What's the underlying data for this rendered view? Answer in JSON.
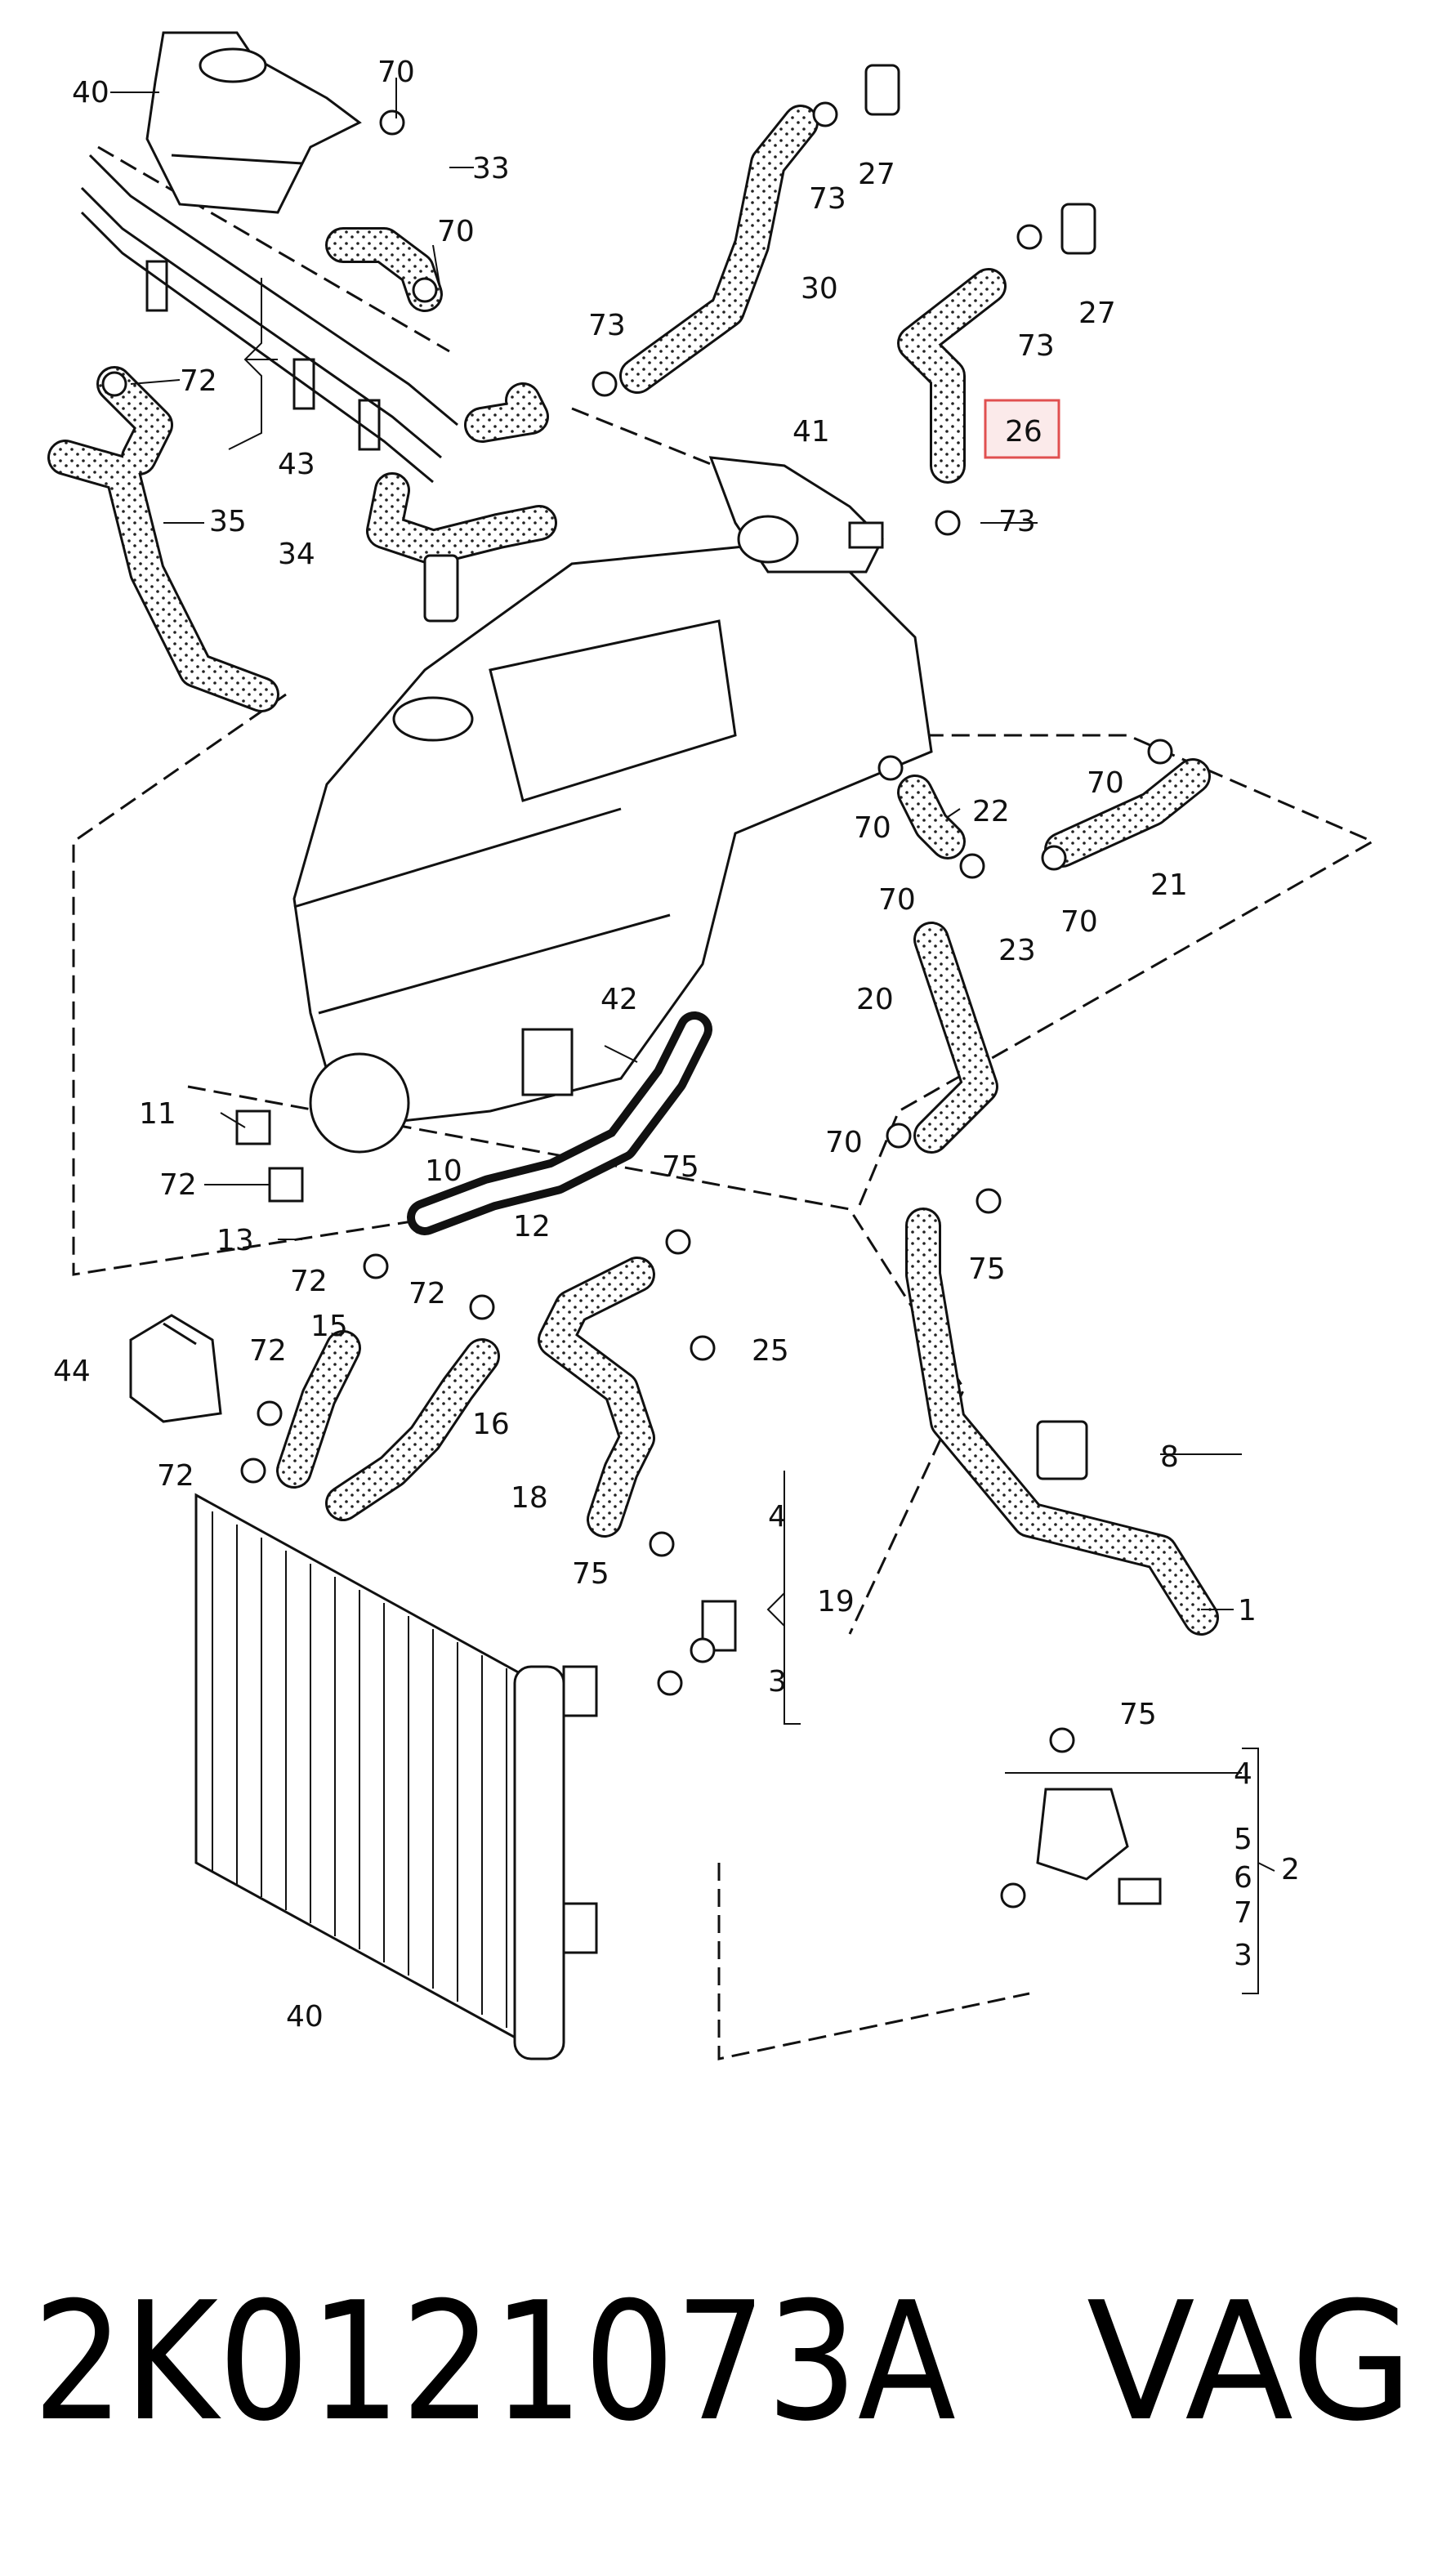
{
  "diagram": {
    "highlight_color": "#e05050",
    "part_numbers": [
      "1",
      "2",
      "3",
      "4",
      "5",
      "6",
      "7",
      "8",
      "10",
      "11",
      "12",
      "13",
      "15",
      "16",
      "18",
      "19",
      "20",
      "21",
      "22",
      "23",
      "25",
      "26",
      "27",
      "30",
      "33",
      "34",
      "35",
      "40",
      "41",
      "42",
      "43",
      "44",
      "70",
      "72",
      "73",
      "75"
    ],
    "labels": [
      {
        "id": "l40a",
        "text": "40"
      },
      {
        "id": "l70a",
        "text": "70"
      },
      {
        "id": "l33",
        "text": "33"
      },
      {
        "id": "l70b",
        "text": "70"
      },
      {
        "id": "l72a",
        "text": "72"
      },
      {
        "id": "l43",
        "text": "43"
      },
      {
        "id": "l35",
        "text": "35"
      },
      {
        "id": "l34",
        "text": "34"
      },
      {
        "id": "l27a",
        "text": "27"
      },
      {
        "id": "l73a",
        "text": "73"
      },
      {
        "id": "l30",
        "text": "30"
      },
      {
        "id": "l73b",
        "text": "73"
      },
      {
        "id": "l27b",
        "text": "27"
      },
      {
        "id": "l73c",
        "text": "73"
      },
      {
        "id": "l26",
        "text": "26",
        "highlight": true
      },
      {
        "id": "l41",
        "text": "41"
      },
      {
        "id": "l73d",
        "text": "73"
      },
      {
        "id": "l70c",
        "text": "70"
      },
      {
        "id": "l22",
        "text": "22"
      },
      {
        "id": "l70d",
        "text": "70"
      },
      {
        "id": "l21",
        "text": "21"
      },
      {
        "id": "l70e",
        "text": "70"
      },
      {
        "id": "l23",
        "text": "23"
      },
      {
        "id": "l70f",
        "text": "70"
      },
      {
        "id": "l20",
        "text": "20"
      },
      {
        "id": "l42",
        "text": "42"
      },
      {
        "id": "l11",
        "text": "11"
      },
      {
        "id": "l72b",
        "text": "72"
      },
      {
        "id": "l10",
        "text": "10"
      },
      {
        "id": "l13",
        "text": "13"
      },
      {
        "id": "l12",
        "text": "12"
      },
      {
        "id": "l72c",
        "text": "72"
      },
      {
        "id": "l72d",
        "text": "72"
      },
      {
        "id": "l70g",
        "text": "70"
      },
      {
        "id": "l75a",
        "text": "75"
      },
      {
        "id": "l75b",
        "text": "75"
      },
      {
        "id": "l15",
        "text": "15"
      },
      {
        "id": "l72e",
        "text": "72"
      },
      {
        "id": "l44",
        "text": "44"
      },
      {
        "id": "l16",
        "text": "16"
      },
      {
        "id": "l25",
        "text": "25"
      },
      {
        "id": "l8",
        "text": "8"
      },
      {
        "id": "l72f",
        "text": "72"
      },
      {
        "id": "l18",
        "text": "18"
      },
      {
        "id": "l4a",
        "text": "4"
      },
      {
        "id": "l19",
        "text": "19"
      },
      {
        "id": "l75c",
        "text": "75"
      },
      {
        "id": "l3a",
        "text": "3"
      },
      {
        "id": "l1",
        "text": "1"
      },
      {
        "id": "l75d",
        "text": "75"
      },
      {
        "id": "l4b",
        "text": "4"
      },
      {
        "id": "l5",
        "text": "5"
      },
      {
        "id": "l2",
        "text": "2"
      },
      {
        "id": "l6",
        "text": "6"
      },
      {
        "id": "l7",
        "text": "7"
      },
      {
        "id": "l3b",
        "text": "3"
      },
      {
        "id": "l40b",
        "text": "40"
      }
    ]
  },
  "footer": {
    "part_number": "2K0121073A",
    "brand": "VAG"
  }
}
